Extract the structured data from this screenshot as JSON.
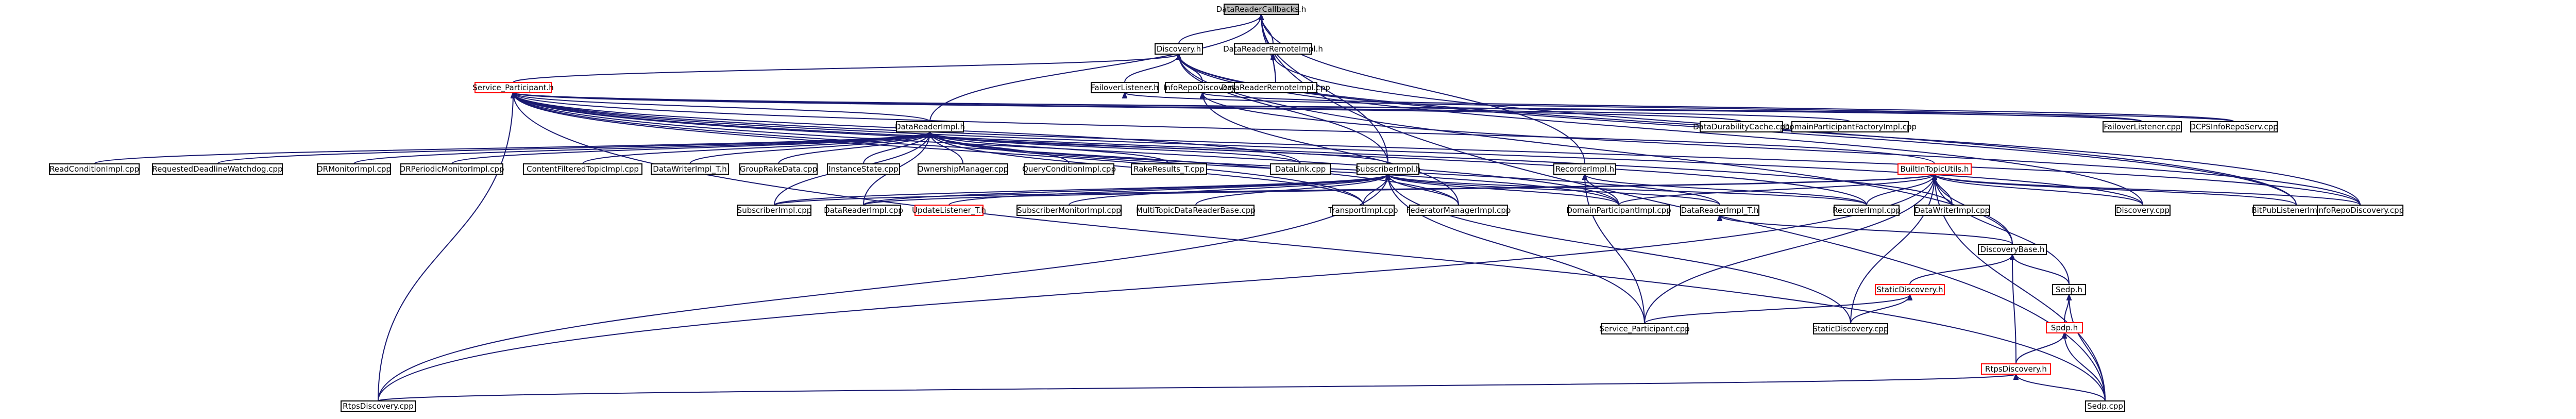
{
  "graph": {
    "nodes": [
      {
        "id": "root",
        "label": "DataReaderCallbacks.h",
        "style": "root"
      },
      {
        "id": "discovery_h",
        "label": "Discovery.h"
      },
      {
        "id": "drremote_h",
        "label": "DataReaderRemoteImpl.h"
      },
      {
        "id": "service_participant_h",
        "label": "Service_Participant.h",
        "style": "red"
      },
      {
        "id": "failover_h",
        "label": "FailoverListener.h"
      },
      {
        "id": "inforepo_h",
        "label": "InfoRepoDiscovery.h"
      },
      {
        "id": "drremote_cpp",
        "label": "DataReaderRemoteImpl.cpp"
      },
      {
        "id": "datareaderimpl_h",
        "label": "DataReaderImpl.h"
      },
      {
        "id": "datadurability_cpp",
        "label": "DataDurabilityCache.cpp"
      },
      {
        "id": "dpfactory_cpp",
        "label": "DomainParticipantFactoryImpl.cpp"
      },
      {
        "id": "failover_cpp",
        "label": "FailoverListener.cpp"
      },
      {
        "id": "dcpsinforepo_cpp",
        "label": "DCPSInfoRepoServ.cpp"
      },
      {
        "id": "readcondition_cpp",
        "label": "ReadConditionImpl.cpp"
      },
      {
        "id": "requesteddeadline_cpp",
        "label": "RequestedDeadlineWatchdog.cpp"
      },
      {
        "id": "drmonitor_cpp",
        "label": "DRMonitorImpl.cpp"
      },
      {
        "id": "drperiodic_cpp",
        "label": "DRPeriodicMonitorImpl.cpp"
      },
      {
        "id": "cft_cpp",
        "label": "ContentFilteredTopicImpl.cpp"
      },
      {
        "id": "dwimpl_t_h",
        "label": "DataWriterImpl_T.h"
      },
      {
        "id": "grouprake_cpp",
        "label": "GroupRakeData.cpp"
      },
      {
        "id": "instancestate_cpp",
        "label": "InstanceState.cpp"
      },
      {
        "id": "ownership_cpp",
        "label": "OwnershipManager.cpp"
      },
      {
        "id": "querycondition_cpp",
        "label": "QueryConditionImpl.cpp"
      },
      {
        "id": "rakeresults_cpp",
        "label": "RakeResults_T.cpp"
      },
      {
        "id": "datalink_cpp",
        "label": "DataLink.cpp"
      },
      {
        "id": "subscriberimpl_h",
        "label": "SubscriberImpl.h"
      },
      {
        "id": "recorderimpl_h",
        "label": "RecorderImpl.h"
      },
      {
        "id": "builtintopic_h",
        "label": "BuiltInTopicUtils.h",
        "style": "red"
      },
      {
        "id": "subscriberimpl_cpp",
        "label": "SubscriberImpl.cpp"
      },
      {
        "id": "datareaderimpl_cpp",
        "label": "DataReaderImpl.cpp"
      },
      {
        "id": "updatelistener_h",
        "label": "UpdateListener_T.h",
        "style": "red"
      },
      {
        "id": "submonitor_cpp",
        "label": "SubscriberMonitorImpl.cpp"
      },
      {
        "id": "multitopic_cpp",
        "label": "MultiTopicDataReaderBase.cpp"
      },
      {
        "id": "transportimpl_cpp",
        "label": "TransportImpl.cpp"
      },
      {
        "id": "federator_cpp",
        "label": "FederatorManagerImpl.cpp"
      },
      {
        "id": "dpimpl_cpp",
        "label": "DomainParticipantImpl.cpp"
      },
      {
        "id": "drimpl_t_h",
        "label": "DataReaderImpl_T.h"
      },
      {
        "id": "recorderimpl_cpp",
        "label": "RecorderImpl.cpp"
      },
      {
        "id": "dwimpl_cpp",
        "label": "DataWriterImpl.cpp"
      },
      {
        "id": "discovery_cpp",
        "label": "Discovery.cpp"
      },
      {
        "id": "bitpub_cpp",
        "label": "BitPubListenerImpl.cpp"
      },
      {
        "id": "inforepo_cpp",
        "label": "InfoRepoDiscovery.cpp"
      },
      {
        "id": "discoverybase_h",
        "label": "DiscoveryBase.h"
      },
      {
        "id": "sedp_h",
        "label": "Sedp.h"
      },
      {
        "id": "staticdisc_h",
        "label": "StaticDiscovery.h",
        "style": "red"
      },
      {
        "id": "spdp_h",
        "label": "Spdp.h",
        "style": "red"
      },
      {
        "id": "service_participant_cpp",
        "label": "Service_Participant.cpp"
      },
      {
        "id": "staticdisc_cpp",
        "label": "StaticDiscovery.cpp"
      },
      {
        "id": "rtpsdisc_h",
        "label": "RtpsDiscovery.h",
        "style": "red"
      },
      {
        "id": "rtpsdisc_cpp",
        "label": "RtpsDiscovery.cpp"
      },
      {
        "id": "sedp_cpp",
        "label": "Sedp.cpp"
      }
    ],
    "edges": [
      [
        "root",
        "discovery_h"
      ],
      [
        "root",
        "drremote_h"
      ],
      [
        "root",
        "drremote_cpp"
      ],
      [
        "root",
        "datareaderimpl_h"
      ],
      [
        "root",
        "subscriberimpl_h"
      ],
      [
        "root",
        "recorderimpl_h"
      ],
      [
        "root",
        "sedp_cpp"
      ],
      [
        "discovery_h",
        "service_participant_h"
      ],
      [
        "discovery_h",
        "failover_h"
      ],
      [
        "discovery_h",
        "inforepo_h"
      ],
      [
        "discovery_h",
        "discoverybase_h"
      ],
      [
        "discovery_h",
        "discovery_cpp"
      ],
      [
        "discovery_h",
        "inforepo_cpp"
      ],
      [
        "discovery_h",
        "bitpub_cpp"
      ],
      [
        "discovery_h",
        "subscriberimpl_h"
      ],
      [
        "drremote_h",
        "drremote_cpp"
      ],
      [
        "drremote_h",
        "bitpub_cpp"
      ],
      [
        "service_participant_h",
        "datareaderimpl_h"
      ],
      [
        "service_participant_h",
        "datadurability_cpp"
      ],
      [
        "service_participant_h",
        "dpfactory_cpp"
      ],
      [
        "service_participant_h",
        "failover_cpp"
      ],
      [
        "service_participant_h",
        "dcpsinforepo_cpp"
      ],
      [
        "service_participant_h",
        "datalink_cpp"
      ],
      [
        "service_participant_h",
        "builtintopic_h"
      ],
      [
        "service_participant_h",
        "transportimpl_cpp"
      ],
      [
        "service_participant_h",
        "federator_cpp"
      ],
      [
        "service_participant_h",
        "dpimpl_cpp"
      ],
      [
        "service_participant_h",
        "recorderimpl_cpp"
      ],
      [
        "service_participant_h",
        "dwimpl_cpp"
      ],
      [
        "service_participant_h",
        "discovery_cpp"
      ],
      [
        "service_participant_h",
        "inforepo_cpp"
      ],
      [
        "service_participant_h",
        "sedp_cpp"
      ],
      [
        "service_participant_h",
        "rtpsdisc_cpp"
      ],
      [
        "failover_h",
        "failover_cpp"
      ],
      [
        "inforepo_h",
        "dcpsinforepo_cpp"
      ],
      [
        "inforepo_h",
        "inforepo_cpp"
      ],
      [
        "inforepo_h",
        "federator_cpp"
      ],
      [
        "datareaderimpl_h",
        "readcondition_cpp"
      ],
      [
        "datareaderimpl_h",
        "requesteddeadline_cpp"
      ],
      [
        "datareaderimpl_h",
        "drmonitor_cpp"
      ],
      [
        "datareaderimpl_h",
        "drperiodic_cpp"
      ],
      [
        "datareaderimpl_h",
        "cft_cpp"
      ],
      [
        "datareaderimpl_h",
        "dwimpl_t_h"
      ],
      [
        "datareaderimpl_h",
        "grouprake_cpp"
      ],
      [
        "datareaderimpl_h",
        "instancestate_cpp"
      ],
      [
        "datareaderimpl_h",
        "ownership_cpp"
      ],
      [
        "datareaderimpl_h",
        "querycondition_cpp"
      ],
      [
        "datareaderimpl_h",
        "rakeresults_cpp"
      ],
      [
        "datareaderimpl_h",
        "datalink_cpp"
      ],
      [
        "datareaderimpl_h",
        "subscriberimpl_h"
      ],
      [
        "datareaderimpl_h",
        "subscriberimpl_cpp"
      ],
      [
        "datareaderimpl_h",
        "datareaderimpl_cpp"
      ],
      [
        "datareaderimpl_h",
        "drimpl_t_h"
      ],
      [
        "datareaderimpl_h",
        "dpimpl_cpp"
      ],
      [
        "datareaderimpl_h",
        "transportimpl_cpp"
      ],
      [
        "subscriberimpl_h",
        "subscriberimpl_cpp"
      ],
      [
        "subscriberimpl_h",
        "datareaderimpl_cpp"
      ],
      [
        "subscriberimpl_h",
        "updatelistener_h"
      ],
      [
        "subscriberimpl_h",
        "submonitor_cpp"
      ],
      [
        "subscriberimpl_h",
        "multitopic_cpp"
      ],
      [
        "subscriberimpl_h",
        "transportimpl_cpp"
      ],
      [
        "subscriberimpl_h",
        "federator_cpp"
      ],
      [
        "subscriberimpl_h",
        "dpimpl_cpp"
      ],
      [
        "subscriberimpl_h",
        "drimpl_t_h"
      ],
      [
        "subscriberimpl_h",
        "recorderimpl_cpp"
      ],
      [
        "subscriberimpl_h",
        "service_participant_cpp"
      ],
      [
        "subscriberimpl_h",
        "staticdisc_cpp"
      ],
      [
        "subscriberimpl_h",
        "rtpsdisc_cpp"
      ],
      [
        "recorderimpl_h",
        "recorderimpl_cpp"
      ],
      [
        "recorderimpl_h",
        "dpimpl_cpp"
      ],
      [
        "recorderimpl_h",
        "service_participant_cpp"
      ],
      [
        "builtintopic_h",
        "subscriberimpl_cpp"
      ],
      [
        "builtintopic_h",
        "datareaderimpl_cpp"
      ],
      [
        "builtintopic_h",
        "dpimpl_cpp"
      ],
      [
        "builtintopic_h",
        "recorderimpl_cpp"
      ],
      [
        "builtintopic_h",
        "dwimpl_cpp"
      ],
      [
        "builtintopic_h",
        "discovery_cpp"
      ],
      [
        "builtintopic_h",
        "bitpub_cpp"
      ],
      [
        "builtintopic_h",
        "inforepo_cpp"
      ],
      [
        "builtintopic_h",
        "discoverybase_h"
      ],
      [
        "builtintopic_h",
        "sedp_h"
      ],
      [
        "builtintopic_h",
        "service_participant_cpp"
      ],
      [
        "builtintopic_h",
        "staticdisc_cpp"
      ],
      [
        "builtintopic_h",
        "rtpsdisc_cpp"
      ],
      [
        "builtintopic_h",
        "sedp_cpp"
      ],
      [
        "drimpl_t_h",
        "discoverybase_h"
      ],
      [
        "discoverybase_h",
        "sedp_h"
      ],
      [
        "discoverybase_h",
        "staticdisc_h"
      ],
      [
        "discoverybase_h",
        "rtpsdisc_h"
      ],
      [
        "staticdisc_h",
        "service_participant_cpp"
      ],
      [
        "staticdisc_h",
        "staticdisc_cpp"
      ],
      [
        "sedp_h",
        "spdp_h"
      ],
      [
        "sedp_h",
        "sedp_cpp"
      ],
      [
        "spdp_h",
        "rtpsdisc_h"
      ],
      [
        "spdp_h",
        "sedp_cpp"
      ],
      [
        "rtpsdisc_h",
        "rtpsdisc_cpp"
      ],
      [
        "rtpsdisc_h",
        "sedp_cpp"
      ]
    ]
  }
}
